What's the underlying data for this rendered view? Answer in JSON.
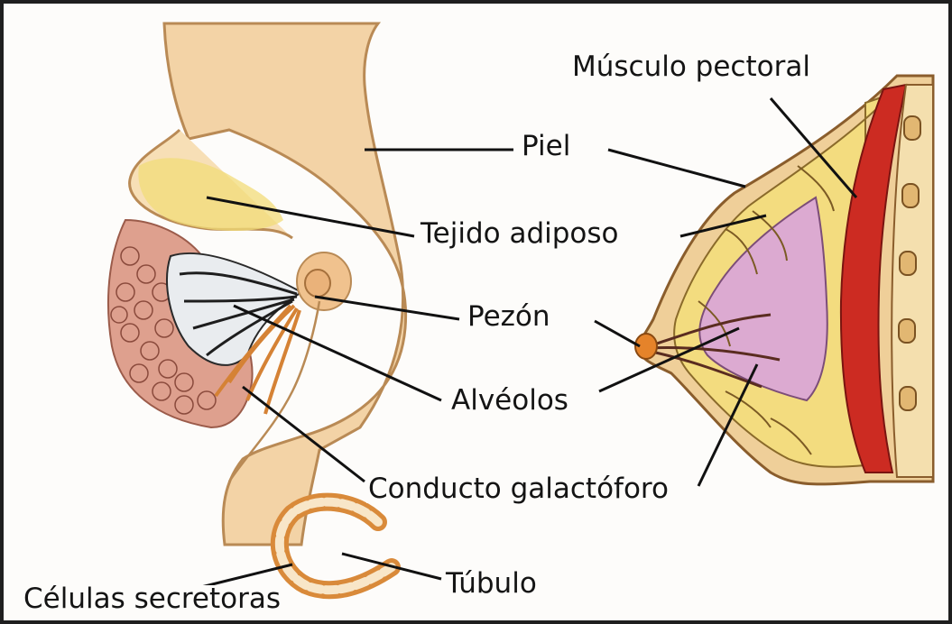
{
  "labels": {
    "pectoral": "Músculo pectoral",
    "skin": "Piel",
    "adipose": "Tejido adiposo",
    "nipple": "Pezón",
    "alveoli": "Alvéolos",
    "duct": "Conducto galactóforo",
    "tubule": "Túbulo",
    "secretory_cells": "Células secretoras"
  },
  "colors": {
    "skin": "#f2cf9e",
    "skin_outline": "#b98a55",
    "fat": "#f4df7a",
    "muscle": "#cc2b22",
    "glandular": "#d9a3c8",
    "lobules": "#e8b3a6"
  }
}
